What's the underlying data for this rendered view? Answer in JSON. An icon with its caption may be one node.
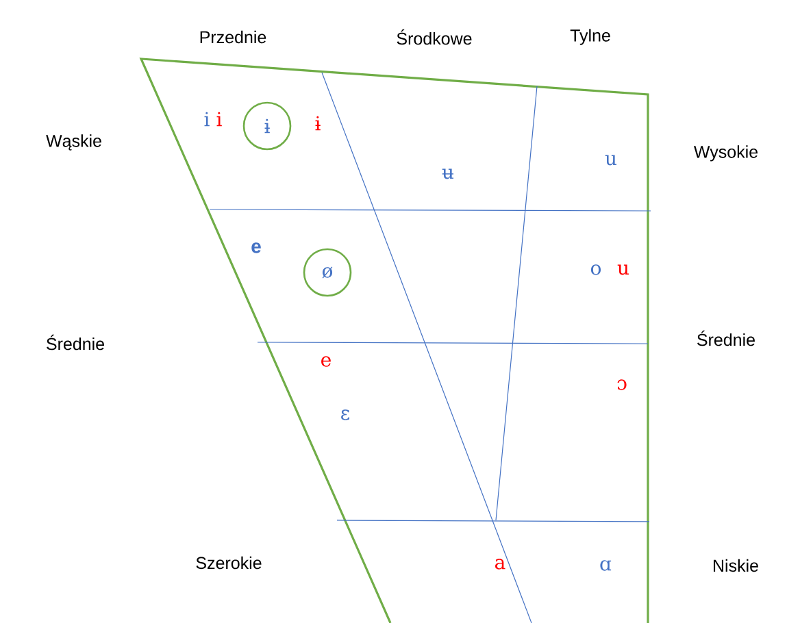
{
  "diagram": {
    "nodes": [
      {
        "text": [
          "ɨ"
        ]
      },
      {
        "text": [
          "ø"
        ]
      }
    ],
    "labels": [
      "Przednie",
      "Środkowe",
      "Tylne",
      "i",
      "i",
      "ɨ",
      "Wąskie",
      "Wysokie",
      "u",
      "ʉ",
      "e",
      "o",
      "u",
      "Średnie",
      "Średnie",
      "e",
      "ɔ",
      "ɛ",
      "Szerokie",
      "a",
      "ɑ",
      "Niskie"
    ]
  }
}
